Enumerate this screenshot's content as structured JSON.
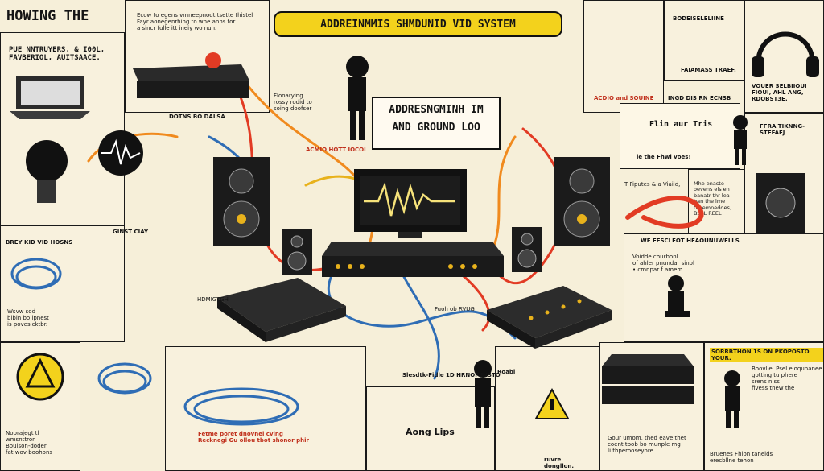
{
  "colors": {
    "background": "#f6efd9",
    "banner": "#f3d21c",
    "cable_red": "#e23b24",
    "cable_orange": "#f08a1e",
    "cable_blue": "#2f6db5",
    "waveform_yellow": "#f6e27a",
    "ink": "#141414"
  },
  "header": {
    "title_left": "HOWING THE",
    "banner": "ADDREINMMIS SHMDUNID VID SYSTEM"
  },
  "center": {
    "title_line1": "ADDRESNGMINH IM",
    "title_line2": "AND GROUND LOO"
  },
  "top_left": {
    "text": "PUE NNTRUYERS, & I00L,\nFAVBERIOL, AUITSAACE."
  },
  "top_notes": {
    "note1": "Ecow to egens vmneepnodt tsette thistel\nFayr aonegenrhing to wne anns for\na sincr fulle itt ineiy wo nun.",
    "note2": "Flooarying\nrossy rodid to\nsoing doofser",
    "note3": "ACDIO and SOUINE"
  },
  "labels": {
    "cable_label": "DOTNS BO DALSA",
    "hot_label": "ACMIO HOTT IOCOI",
    "hot_note": "Fuoh ob RVUG",
    "ginst_clay": "GINST CIAY",
    "brey": "BREY KID VID HOSNS",
    "wave_note": "Wsvw sod\nbibin bo ipnest\nis povesicktbr.",
    "hdmi": "HDMIGTGH",
    "bottom_tag": "Roabi",
    "sorrbthon": "SORRBTHON 1S ON PKOPOSTO YOUR.",
    "shedsk": "Slesdtk-Fidle 1D HRNOF INSTO"
  },
  "right_panels": {
    "list_title": "BODEISELELIINE",
    "list_note": "FAIAMASS TRAEF.",
    "fp_title": "FFRA TIKNNG-STEFAEJ",
    "right_note": "VOUER SELBIIOUI\nFIOUI, AHL ANG,\nRDOBST3E.",
    "aur": "Flin aur Tris",
    "fine": "le the Fhwl voes!",
    "tfigure": "T Fiputes & a Viaild,",
    "ingd": "INGD DIS RN ECNSB",
    "meter": "Mhe enaste\noevens els en\nbanatr thr lea\nban the lme\ntEnemneddes,\nBSSL REEL",
    "we_note": "WE FESCLEOT HEAOUNUWELLS",
    "kerise": "Voidde churbonl\nof ahler pnundar sinol\n• cmnpar f amem.",
    "bottom_right": "Boovlle. Psel eloqunanee\ngotting tu phere\nsrens n’ss\nfivess tnew the",
    "bottom_right2": "Bruenes Fhlon tanelds\nerecbllne tehon"
  },
  "bottom_panels": {
    "left_text": "Noprajegt tl\nwmsnttron\nBoulson-doder\nfat wov-boohons",
    "mid_text": "Fetme poret dnovnel cving\nRecknegi Gu ollou tbot shonor phir",
    "lips": "Aong Lips",
    "route": "ruvre\ndongllon.",
    "vs_text": "Gour umom, thed eave thet\ncoent tbob bo munple mg\nIi thperooseyore"
  }
}
